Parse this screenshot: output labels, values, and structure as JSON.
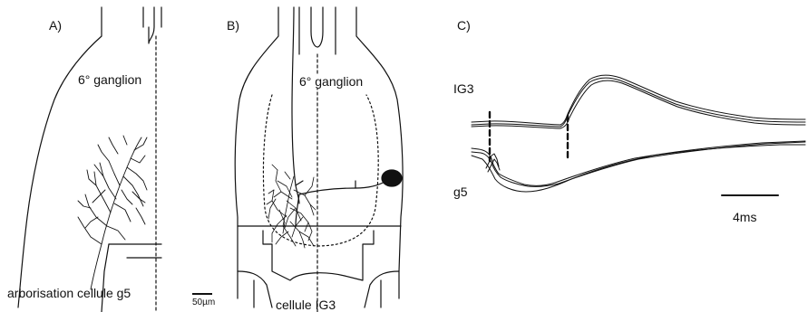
{
  "panels": {
    "a": {
      "label": "A)",
      "ganglion": "6° ganglion",
      "caption": "arborisation cellule g5",
      "scale_bar": "50µm"
    },
    "b": {
      "label": "B)",
      "ganglion": "6° ganglion",
      "caption": "cellule IG3"
    },
    "c": {
      "label": "C)",
      "trace_top": "IG3",
      "trace_bottom": "g5",
      "scale_bar": "4ms"
    }
  }
}
